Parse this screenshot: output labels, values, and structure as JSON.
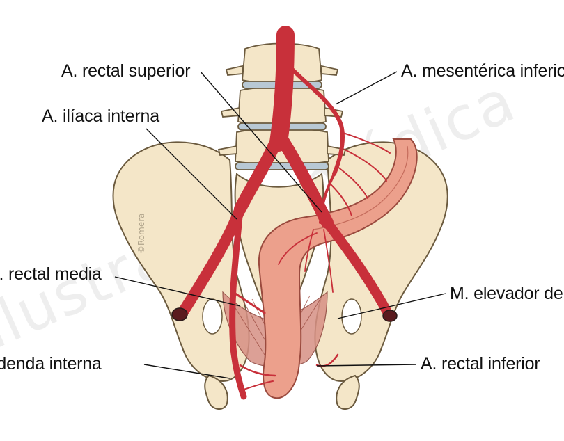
{
  "labels": {
    "rectal_superior": "A. rectal superior",
    "mesenterica_inferior": "A. mesentérica inferior",
    "iliaca_interna": "A. ilíaca interna",
    "rectal_media": "A. rectal media",
    "elevador": "M. elevador del ano",
    "pudenda_interna": "A. pudenda interna",
    "rectal_inferior": "A. rectal inferior"
  },
  "watermark": "ilustración médica",
  "signature": "©Romera",
  "colors": {
    "bone": "#f4e6c8",
    "bone_edge": "#6b5a3e",
    "artery": "#c8303a",
    "rectum": "#eca08c",
    "disc": "#b8c8d4"
  }
}
